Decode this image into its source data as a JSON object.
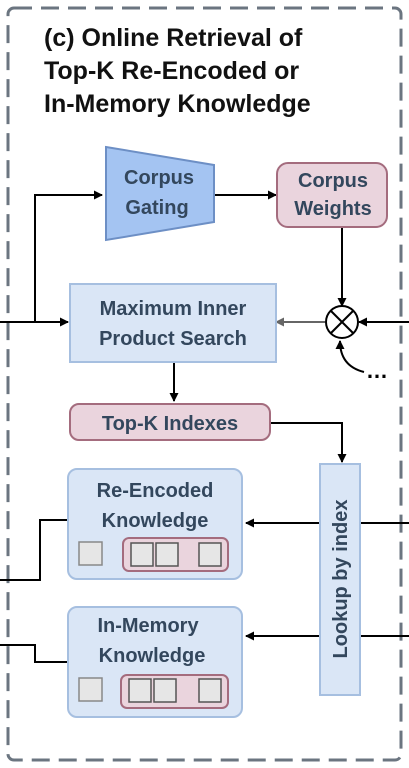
{
  "panel": {
    "title_line1": "(c) Online Retrieval of",
    "title_line2": "Top-K Re-Encoded or",
    "title_line3": "In-Memory Knowledge"
  },
  "nodes": {
    "corpus_gating": {
      "line1": "Corpus",
      "line2": "Gating"
    },
    "corpus_weights": {
      "line1": "Corpus",
      "line2": "Weights"
    },
    "mips": {
      "line1": "Maximum Inner",
      "line2": "Product Search"
    },
    "multiply_symbol": "⊗",
    "ellipsis": "…",
    "topk_indexes": "Top-K Indexes",
    "re_encoded": {
      "line1": "Re-Encoded",
      "line2": "Knowledge"
    },
    "in_memory": {
      "line1": "In-Memory",
      "line2": "Knowledge"
    },
    "lookup": "Lookup by index"
  },
  "colors": {
    "blue_fill": "#dae6f6",
    "blue_stroke": "#a6bfe0",
    "pink_fill": "#ead4dd",
    "pink_stroke": "#a46c7e",
    "gating_fill": "#a4c4f2",
    "gating_stroke": "#6d8fc5",
    "gray_box": "#e6e6e6",
    "dash": "#6b7580",
    "text": "#33475d"
  }
}
